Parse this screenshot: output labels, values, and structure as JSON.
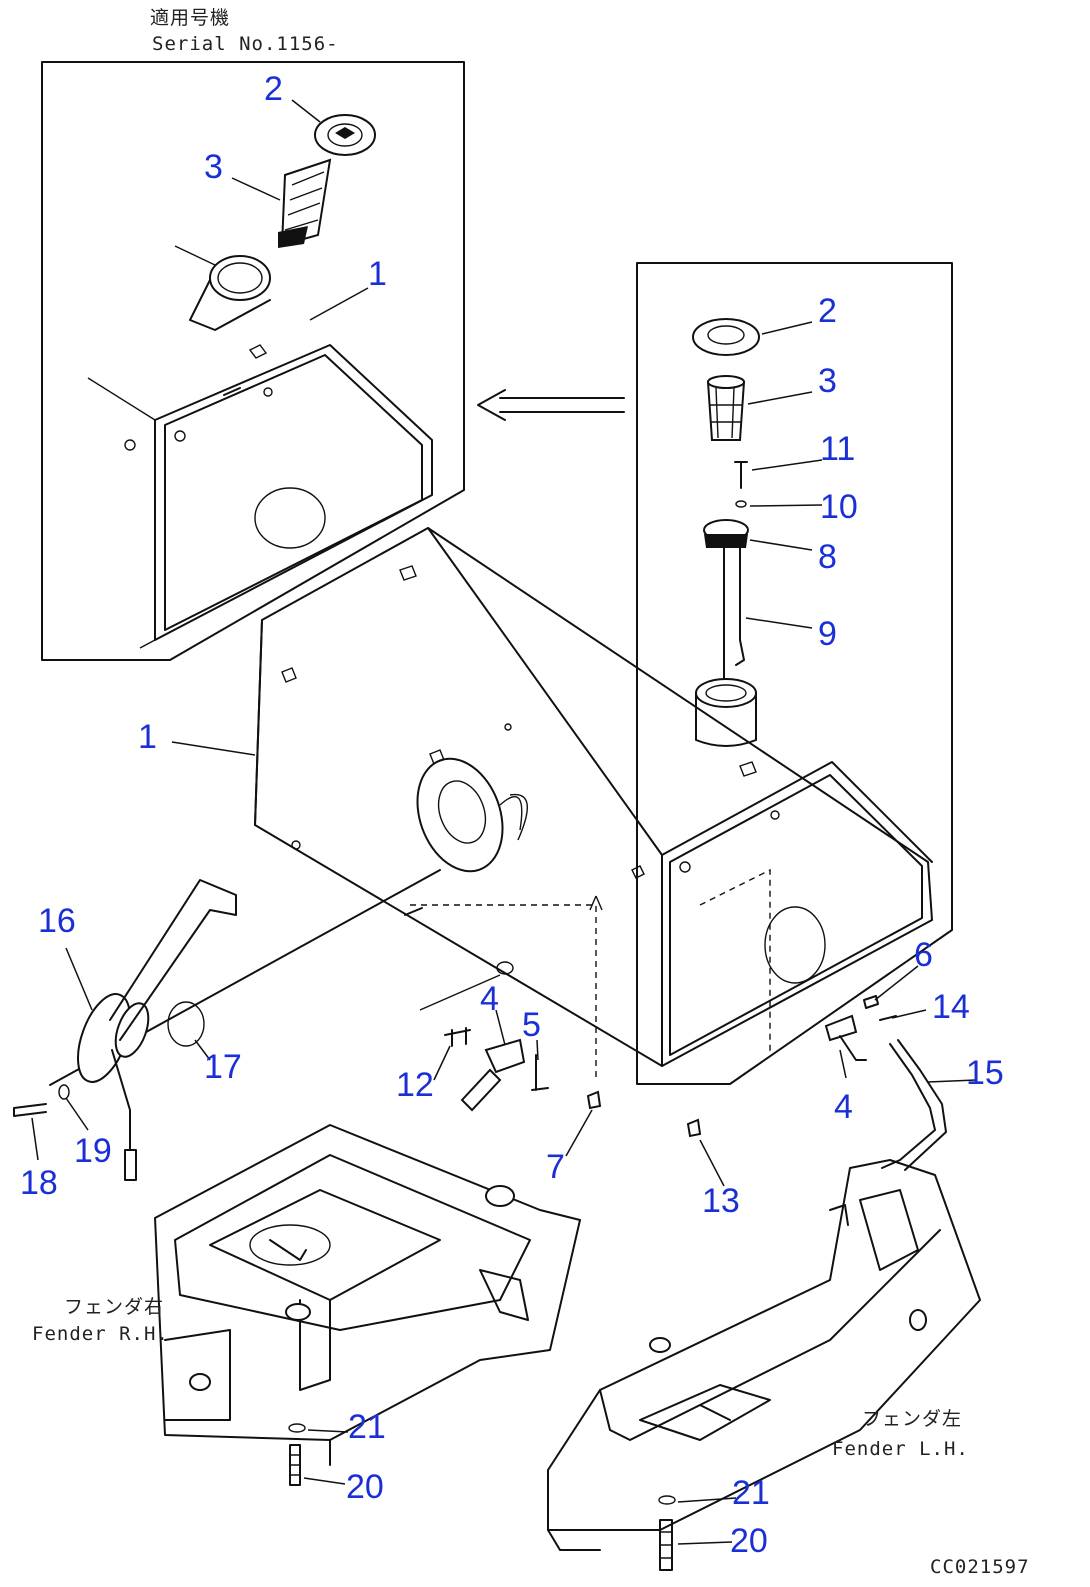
{
  "labels": {
    "serial_jp": "適用号機",
    "serial_en": "Serial No.1156-",
    "fender_rh_jp": "フェンダ右",
    "fender_rh_en": "Fender R.H.",
    "fender_lh_jp": "フェンダ左",
    "fender_lh_en": "Fender L.H.",
    "drawing_code": "CC021597"
  },
  "callouts": {
    "c2a": "2",
    "c3a": "3",
    "c1a": "1",
    "c2b": "2",
    "c3b": "3",
    "c11": "11",
    "c10": "10",
    "c8": "8",
    "c9": "9",
    "c1b": "1",
    "c16": "16",
    "c17": "17",
    "c4a": "4",
    "c5": "5",
    "c12": "12",
    "c6": "6",
    "c14": "14",
    "c15": "15",
    "c4b": "4",
    "c7": "7",
    "c13": "13",
    "c18": "18",
    "c19": "19",
    "c21a": "21",
    "c20a": "20",
    "c21b": "21",
    "c20b": "20"
  },
  "colors": {
    "callout": "#1a2fd6",
    "line": "#111111"
  }
}
